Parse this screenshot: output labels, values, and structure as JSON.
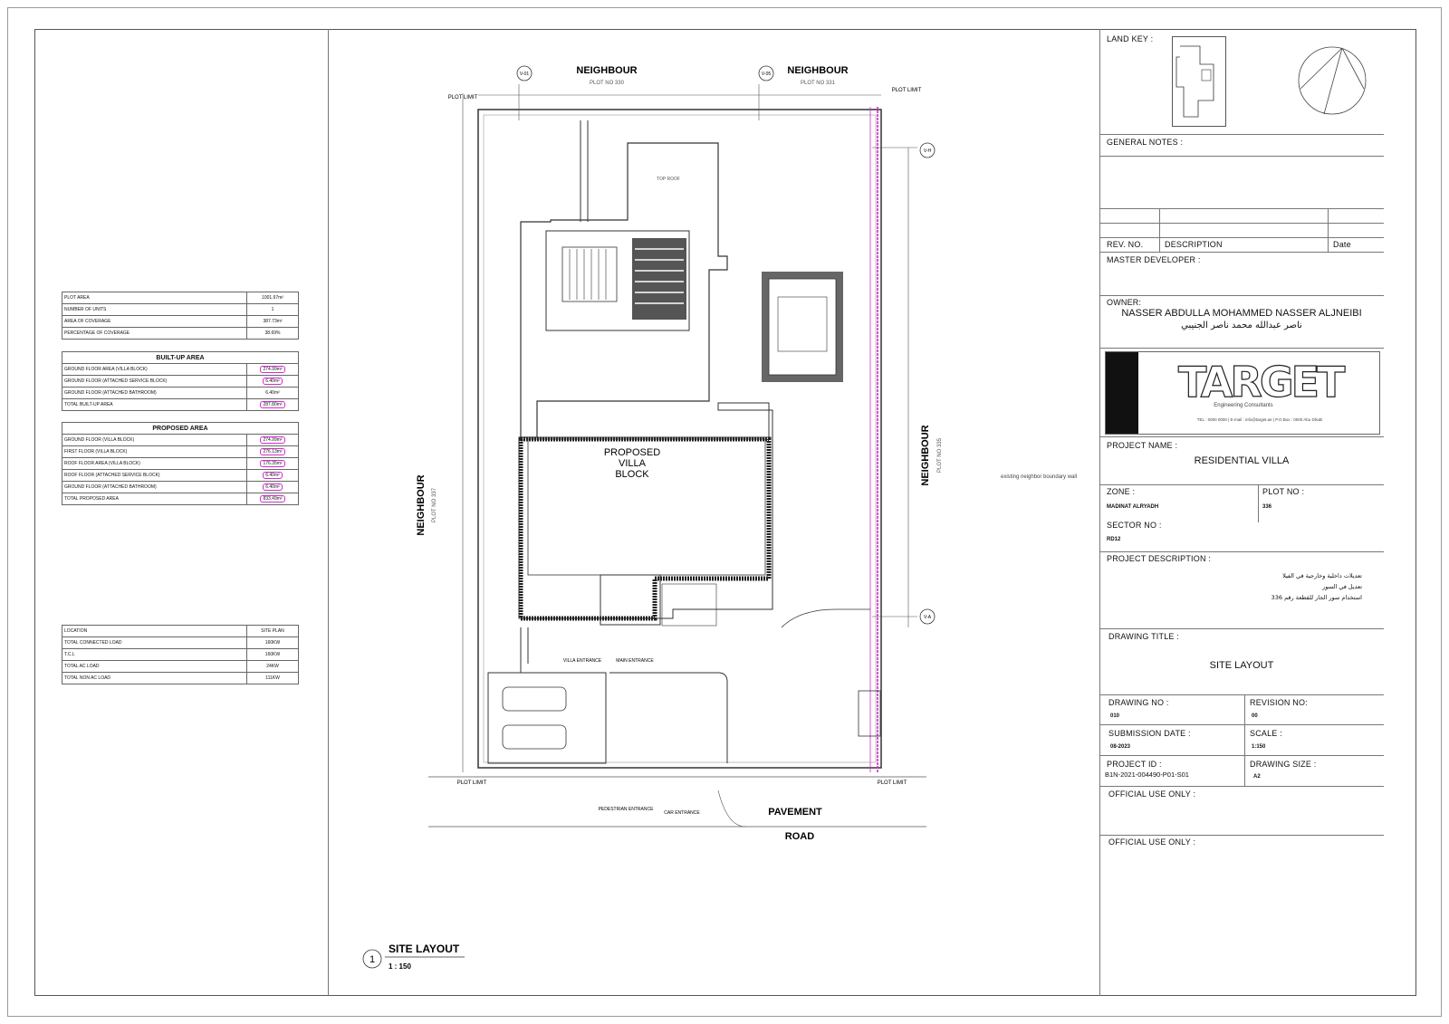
{
  "left_tables": {
    "summary": [
      {
        "label": "PLOT AREA",
        "value": "1001.97m²"
      },
      {
        "label": "NUMBER OF UNITS",
        "value": "1"
      },
      {
        "label": "AREA OF COVERAGE",
        "value": "387.73m²"
      },
      {
        "label": "PERCENTAGE OF COVERAGE",
        "value": "38.69%"
      }
    ],
    "built_up": {
      "title": "BUILT-UP AREA",
      "rows": [
        {
          "label": "GROUND FLOOR AREA (VILLA BLOCK)",
          "value": "274.99m²"
        },
        {
          "label": "GROUND FLOOR (ATTACHED SERVICE BLOCK)",
          "value": "6.40m²"
        },
        {
          "label": "GROUND FLOOR (ATTACHED BATHROOM)",
          "value": "6.40m²"
        },
        {
          "label": "TOTAL BUILT-UP AREA",
          "value": "287.80m²"
        }
      ]
    },
    "proposed": {
      "title": "PROPOSED AREA",
      "rows": [
        {
          "label": "GROUND FLOOR (VILLA BLOCK)",
          "value": "274.99m²"
        },
        {
          "label": "FIRST FLOOR (VILLA BLOCK)",
          "value": "276.13m²"
        },
        {
          "label": "ROOF FLOOR AREA (VILLA BLOCK)",
          "value": "176.35m²"
        },
        {
          "label": "ROOF FLOOR (ATTACHED SERVICE BLOCK)",
          "value": "6.40m²"
        },
        {
          "label": "GROUND FLOOR (ATTACHED BATHROOM)",
          "value": "6.40m²"
        },
        {
          "label": "TOTAL PROPOSED AREA",
          "value": "833.49m²"
        }
      ]
    },
    "load": {
      "header": [
        "LOCATION",
        "SITE PLAN"
      ],
      "rows": [
        {
          "label": "TOTAL CONNECTED LOAD",
          "value": "160KW"
        },
        {
          "label": "T.C.L",
          "value": "160KW"
        },
        {
          "label": "TOTAL AC LOAD",
          "value": "24KW"
        },
        {
          "label": "TOTAL NON AC LOAD",
          "value": "111KW"
        }
      ]
    }
  },
  "drawing": {
    "neighbour_top_left": "NEIGHBOUR",
    "plot_top_left": "PLOT NO 330",
    "grid_v01": "V-01",
    "grid_v05": "V-05",
    "neighbour_top_right": "NEIGHBOUR",
    "plot_top_right": "PLOT NO 331",
    "grid_vh": "V-H",
    "grid_va": "V-A",
    "neighbour_left": "NEIGHBOUR",
    "plot_left": "PLOT NO 337",
    "neighbour_right": "NEIGHBOUR",
    "plot_right": "PLOT NO 335",
    "plot_limit": "PLOT LIMIT",
    "villa_label_1": "PROPOSED",
    "villa_label_2": "VILLA",
    "villa_label_3": "BLOCK",
    "pavement": "PAVEMENT",
    "road": "ROAD",
    "boundary_note": "existing neighbor boundary wall",
    "top_roof": "TOP ROOF",
    "pedestrian_entrance": "PEDESTRIAN ENTRANCE",
    "car_entrance": "CAR ENTRANCE",
    "villa_entrance": "VILLA ENTRANCE",
    "main_entrance": "MAIN ENTRANCE",
    "title_num": "1",
    "title": "SITE LAYOUT",
    "scale": "1 : 150"
  },
  "title_block": {
    "land_key": "LAND KEY :",
    "general_notes": "GENERAL NOTES :",
    "rev_no": "REV. NO.",
    "description": "DESCRIPTION",
    "date": "Date",
    "master_developer": "MASTER DEVELOPER :",
    "owner_label": "OWNER:",
    "owner_name": "NASSER ABDULLA MOHAMMED NASSER ALJNEIBI",
    "owner_arabic": "ناصر عبدالله محمد ناصر الجنيبي",
    "logo_text": "TARGET",
    "logo_sub": "Engineering Consultants",
    "logo_contact": "TEL : 0000 0000 | E-mail : info@target.ae | P.O.Box : 0000 Abu Dhabi",
    "project_name_label": "PROJECT NAME :",
    "project_name": "RESIDENTIAL  VILLA",
    "zone_label": "ZONE :",
    "zone_value": "MADINAT ALRYADH",
    "plot_no_label": "PLOT NO :",
    "plot_no_value": "336",
    "sector_label": "SECTOR NO :",
    "sector_value": "RD12",
    "project_desc_label": "PROJECT DESCRIPTION :",
    "project_desc_lines": [
      "تعديلات داخلية وخارجية في الفيلا",
      "تعديل في السور",
      "استخدام سور الجار للقطعة رقم 336"
    ],
    "drawing_title_label": "DRAWING TITLE :",
    "drawing_title": "SITE LAYOUT",
    "drawing_no_label": "DRAWING NO :",
    "drawing_no": "010",
    "revision_no_label": "REVISION NO:",
    "revision_no": "00",
    "submission_date_label": "SUBMISSION DATE :",
    "submission_date": "08-2023",
    "scale_label": "SCALE :",
    "scale": "1:150",
    "project_id_label": "PROJECT ID :",
    "project_id": "B1N-2021-004490-P01-S01",
    "drawing_size_label": "DRAWING SIZE :",
    "drawing_size": "A2",
    "official_use_1": "OFFICIAL USE ONLY :",
    "official_use_2": "OFFICIAL USE ONLY :"
  }
}
